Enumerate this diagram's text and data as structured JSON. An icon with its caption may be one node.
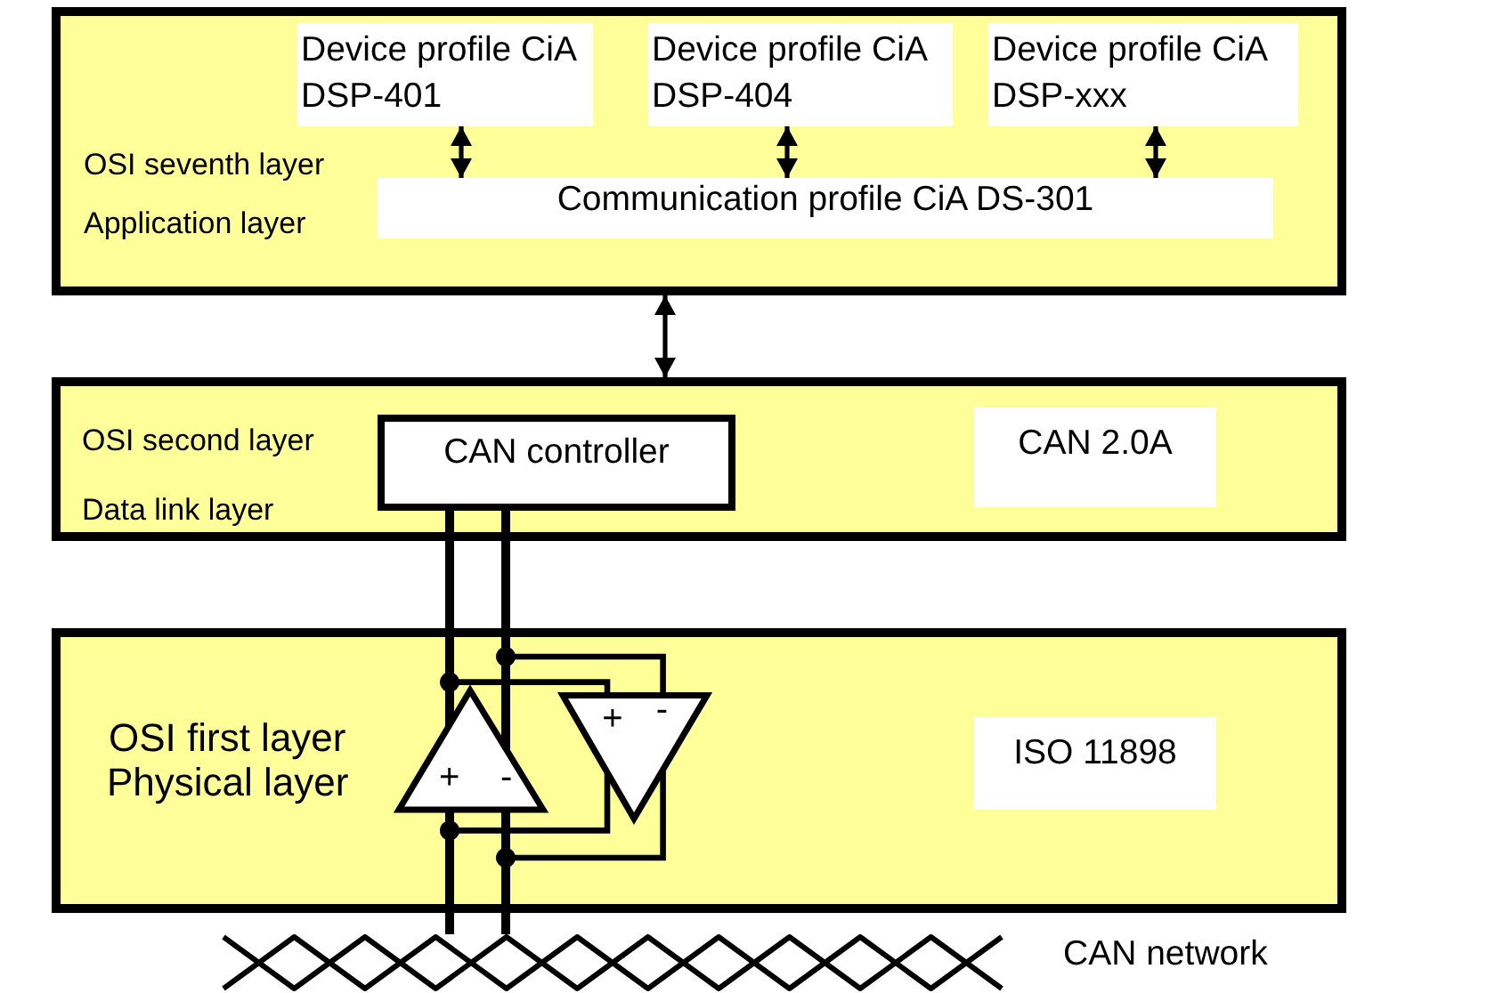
{
  "diagram": {
    "nodes": [
      {
        "text": [
          "OSI seventh layer",
          "Application layer"
        ]
      },
      {
        "text": [
          "Device profile CiA DSP-401"
        ],
        "in": 0
      },
      {
        "text": [
          "Device profile CiA DSP-404"
        ],
        "in": 0
      },
      {
        "text": [
          "Device profile CiA DSP-xxx"
        ],
        "in": 0
      },
      {
        "text": [
          "Communication profile CiA DS-301"
        ],
        "in": 0
      },
      {
        "text": [
          "OSI second layer",
          "Data link layer"
        ]
      },
      {
        "text": [
          "CAN controller"
        ],
        "in": 5
      },
      {
        "text": [
          "CAN 2.0A"
        ],
        "in": 5
      },
      {
        "text": [
          "OSI first layer",
          "Physical layer"
        ]
      },
      {
        "text": [
          "ISO 11898"
        ],
        "in": 8
      },
      {
        "text": [],
        "shape": "cable",
        "beside": [
          "CAN network"
        ]
      }
    ],
    "edges": [
      {
        "from": 1,
        "to": 4,
        "arrow": "both"
      },
      {
        "from": 2,
        "to": 4,
        "arrow": "both"
      },
      {
        "from": 3,
        "to": 4,
        "arrow": "both"
      },
      {
        "from": 0,
        "to": 5,
        "arrow": "both"
      },
      {
        "from": 6,
        "to": 10,
        "arrow": "none",
        "style": "thick"
      },
      {
        "from": 6,
        "to": 10,
        "arrow": "none",
        "style": "thick"
      }
    ],
    "labels": [
      "+",
      "-",
      "+",
      "-"
    ]
  }
}
